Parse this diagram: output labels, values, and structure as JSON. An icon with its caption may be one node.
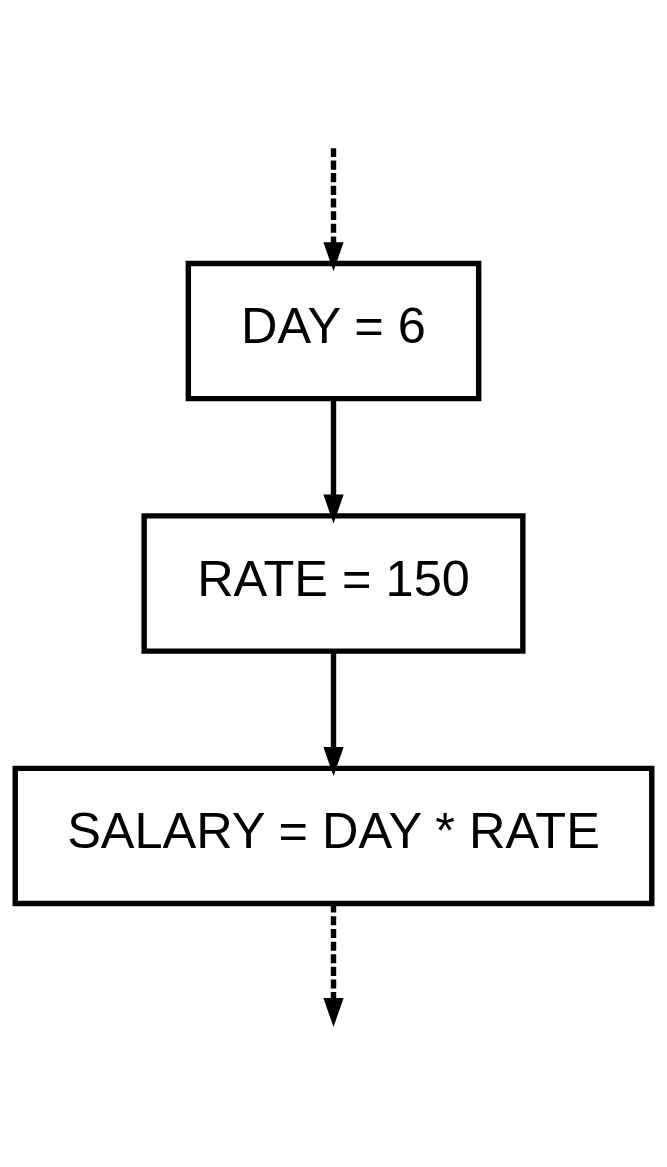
{
  "diagram": {
    "nodes": [
      {
        "text": [
          "DAY = 6"
        ]
      },
      {
        "text": [
          "RATE = 150"
        ]
      },
      {
        "text": [
          "SALARY = DAY * RATE"
        ]
      }
    ],
    "edges": [
      {
        "from": null,
        "to": 0,
        "arrow": "to",
        "style": "dashed"
      },
      {
        "from": 0,
        "to": 1,
        "arrow": "to"
      },
      {
        "from": 1,
        "to": 2,
        "arrow": "to"
      },
      {
        "from": 2,
        "to": null,
        "arrow": "to",
        "style": "dashed"
      }
    ]
  }
}
